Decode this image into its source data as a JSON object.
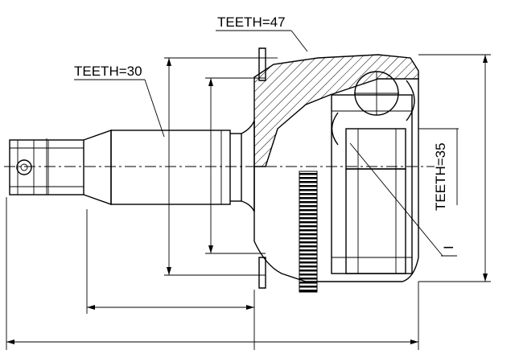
{
  "drawing": {
    "part": "cv-joint-outer",
    "labels": {
      "teeth_outer": "TEETH=47",
      "teeth_shaft": "TEETH=30",
      "teeth_inner": "TEETH=35",
      "callout_mark": "I"
    }
  }
}
